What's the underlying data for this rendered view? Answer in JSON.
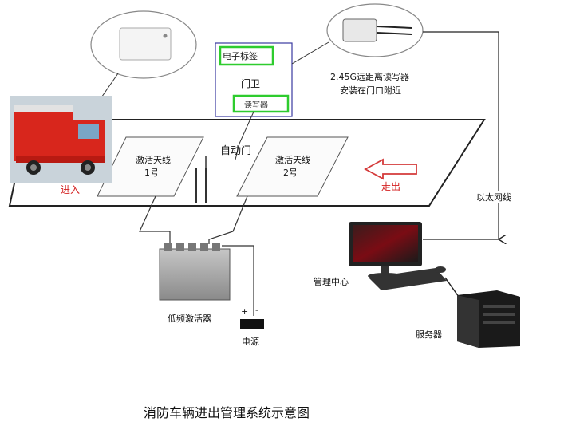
{
  "labels": {
    "electronic_tag": "电子标签",
    "guard_booth": "门卫",
    "reader_small": "读写器",
    "reader_desc_line1": "2.45G远距离读写器",
    "reader_desc_line2": "安装在门口附近",
    "auto_gate": "自动门",
    "antenna1_line1": "激活天线",
    "antenna1_line2": "1号",
    "antenna2_line1": "激活天线",
    "antenna2_line2": "2号",
    "enter": "进入",
    "exit": "走出",
    "ethernet": "以太网线",
    "management_center": "管理中心",
    "activator": "低频激活器",
    "power": "电源",
    "plus": "+",
    "minus": "-",
    "server": "服务器",
    "caption": "消防车辆进出管理系统示意图"
  },
  "colors": {
    "line": "#222222",
    "highlight_green": "#2ecc2e",
    "enter_exit_text": "#d42020",
    "exit_arrow": "#d43a3a",
    "ellipse_stroke": "#888888",
    "booth_stroke": "#3a3aa0",
    "truck_red": "#d8261c",
    "monitor_red": "#c0141c",
    "device_grey": "#9a9a9a"
  },
  "icons": [
    "fire-truck-icon",
    "tag-card-icon",
    "reader-device-icon",
    "activator-box-icon",
    "battery-icon",
    "monitor-icon",
    "keyboard-icon",
    "mouse-icon",
    "server-tower-icon",
    "left-arrow-icon"
  ]
}
